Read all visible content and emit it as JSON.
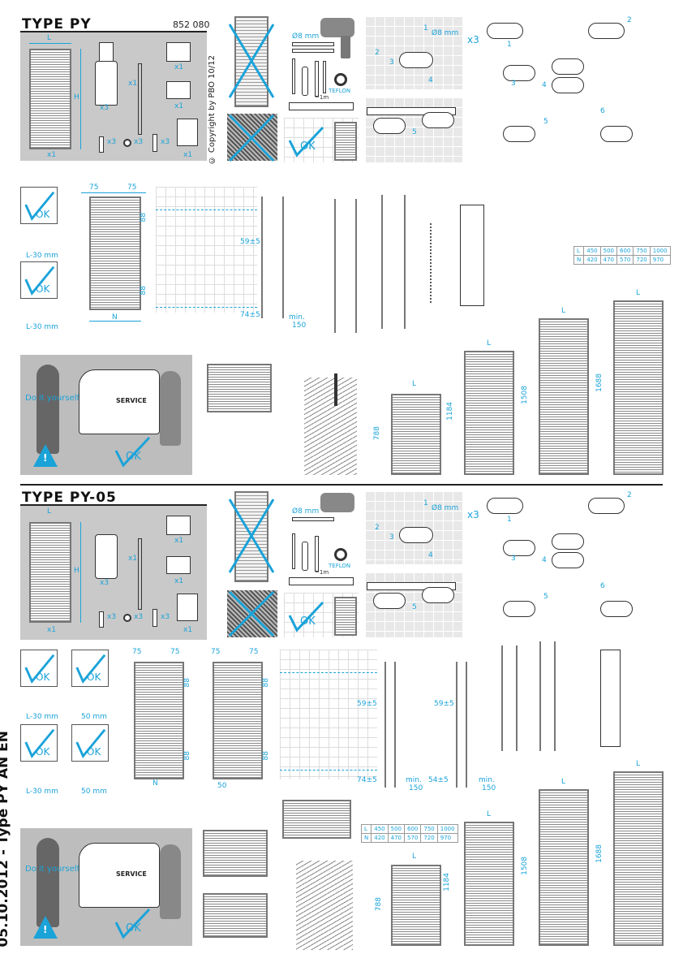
{
  "section1": {
    "title": "TYPE  PY",
    "code": "852 080",
    "copyright": "© Copyright by PBO 10/12",
    "kit": {
      "L": "L",
      "H": "H",
      "radiator_qty": "x1",
      "bracket_qty": "x3",
      "key_qty": "x1",
      "vent_qty": "x1",
      "plug_qty": "x1",
      "screw_qty": "x3",
      "washer_qty": "x3",
      "plug2_qty": "x3",
      "manual_qty": "x1"
    },
    "tools": {
      "drill": "Ø8 mm",
      "tape": "TEFLON",
      "level": "~1m",
      "ok": "OK"
    },
    "wall_steps": {
      "s1": "1",
      "s2": "2",
      "s3": "3",
      "s4": "4",
      "drill": "Ø8 mm",
      "s5": "5",
      "qty": "x3"
    },
    "fitting_steps": [
      "1",
      "2",
      "3",
      "4",
      "5",
      "6"
    ],
    "dims": {
      "d75a": "75",
      "d75b": "75",
      "d88a": "88",
      "d88b": "88",
      "n": "N",
      "offset": "59±5",
      "floor": "74±5",
      "min": "min.",
      "min_val": "150",
      "ok1_label": "L-30 mm",
      "ok2_label": "L-30 mm",
      "ok": "OK"
    },
    "table": {
      "rows": [
        [
          "L",
          "450",
          "500",
          "600",
          "750",
          "1000"
        ],
        [
          "N",
          "420",
          "470",
          "570",
          "720",
          "970"
        ]
      ]
    },
    "service": {
      "diy": "Do it yourself",
      "van": "SERVICE",
      "warning": "!",
      "ok": "OK"
    },
    "sizes": {
      "L": "L",
      "h1": "788",
      "h2": "1184",
      "h3": "1508",
      "h4": "1688"
    }
  },
  "section2": {
    "title": "TYPE  PY-05",
    "kit": {
      "L": "L",
      "H": "H",
      "radiator_qty": "x1",
      "bracket_qty": "x3",
      "key_qty": "x1",
      "vent_qty": "x1",
      "plug_qty": "x1",
      "screw_qty": "x3",
      "washer_qty": "x3",
      "plug2_qty": "x3",
      "manual_qty": "x1"
    },
    "tools": {
      "drill": "Ø8 mm",
      "tape": "TEFLON",
      "level": "~1m",
      "ok": "OK"
    },
    "wall_steps": {
      "s1": "1",
      "s2": "2",
      "s3": "3",
      "s4": "4",
      "drill": "Ø8 mm",
      "s5": "5",
      "qty": "x3"
    },
    "fitting_steps": [
      "1",
      "2",
      "3",
      "4",
      "5",
      "6"
    ],
    "dims": {
      "d75a": "75",
      "d75b": "75",
      "d75c": "75",
      "d75d": "75",
      "d88a": "88",
      "d88b": "88",
      "d88c": "88",
      "d88d": "88",
      "n": "N",
      "d50": "50",
      "offset1": "59±5",
      "offset2": "59±5",
      "floor1": "74±5",
      "floor2": "54±5",
      "min1": "min.",
      "min1_val": "150",
      "min2": "min.",
      "min2_val": "150",
      "ok1_label": "L-30 mm",
      "ok2_label": "50 mm",
      "ok3_label": "L-30 mm",
      "ok4_label": "50 mm",
      "ok": "OK"
    },
    "table": {
      "rows": [
        [
          "L",
          "450",
          "500",
          "600",
          "750",
          "1000"
        ],
        [
          "N",
          "420",
          "470",
          "570",
          "720",
          "970"
        ]
      ]
    },
    "service": {
      "diy": "Do it yourself",
      "van": "SERVICE",
      "warning": "!",
      "ok": "OK"
    },
    "sizes": {
      "L": "L",
      "h1": "788",
      "h2": "1184",
      "h3": "1508",
      "h4": "1688"
    }
  },
  "footer": {
    "side_label": "05.10.2012 - Type PY AN EN"
  }
}
